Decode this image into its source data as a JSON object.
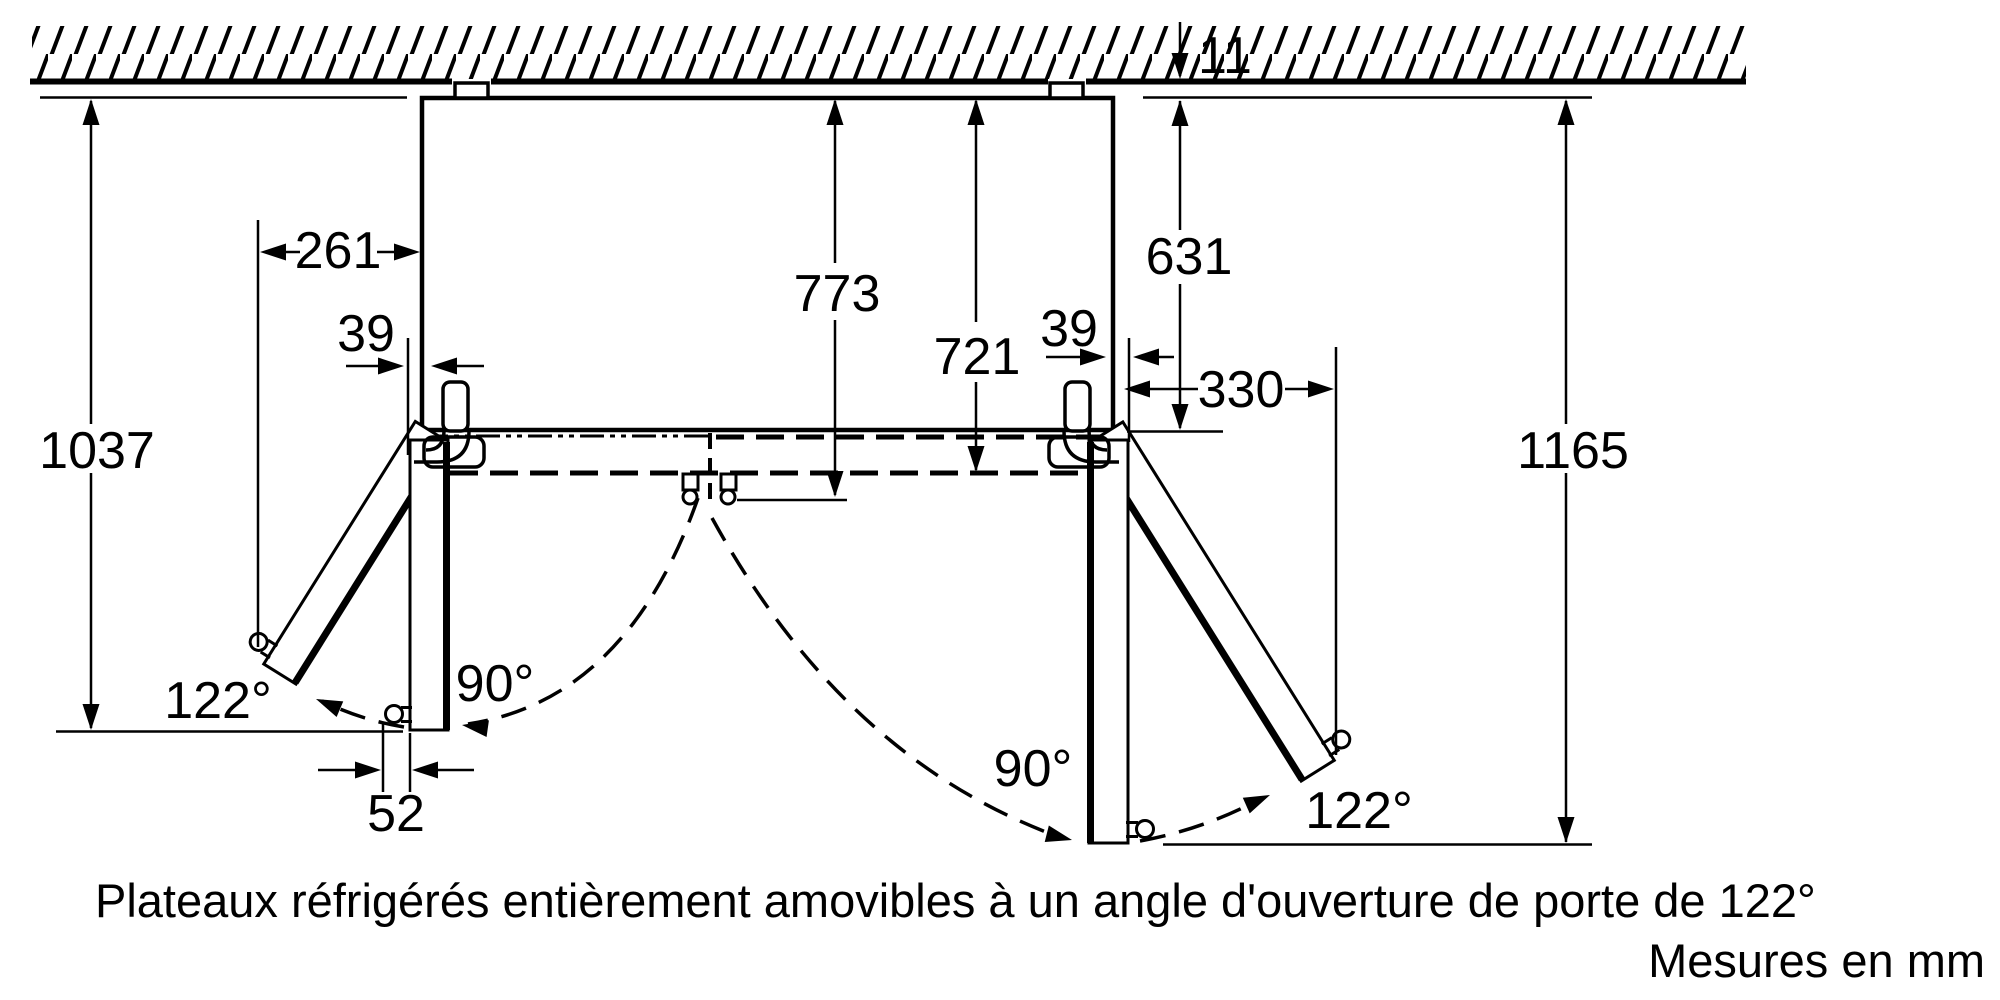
{
  "diagram": {
    "type": "appliance installation drawing (top view, door opening clearances)",
    "caption": "Plateaux réfrigérés entièrement amovibles à un angle d'ouverture de porte de 122°",
    "units_note": "Mesures en mm",
    "line_color": "#000000",
    "dimensions": {
      "wall_gap": "11",
      "depth_door_open_90": "773",
      "depth_door_closed_incl_handle": "721",
      "cabinet_depth": "631",
      "left_door_protrusion_122": "261",
      "hinge_offset_left": "39",
      "hinge_offset_right": "39",
      "right_door_protrusion_122": "330",
      "left_side_clearance_total": "1037",
      "right_side_clearance_total": "1165",
      "handle_depth": "52"
    },
    "angles": {
      "left_door_half_open": "90°",
      "left_door_full_open": "122°",
      "right_door_half_open": "90°",
      "right_door_full_open": "122°"
    }
  }
}
